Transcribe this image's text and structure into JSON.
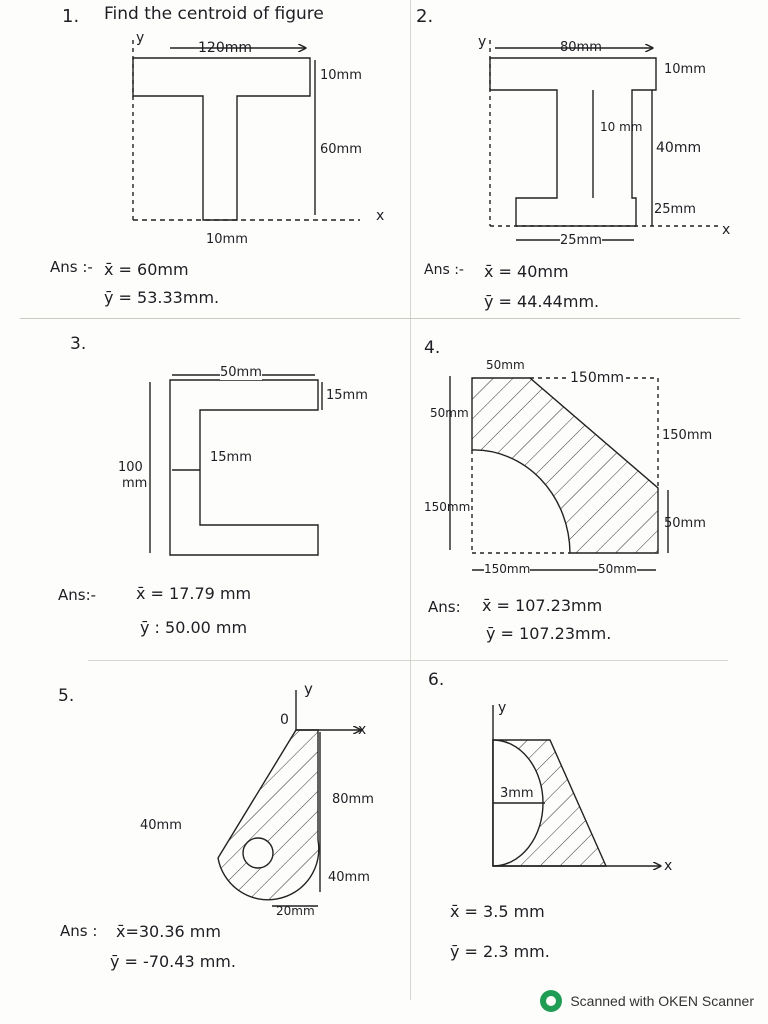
{
  "problems": [
    {
      "num": "1.",
      "title": "Find the centroid of figure",
      "dims": {
        "top": "120mm",
        "flange": "10mm",
        "web": "60mm",
        "base": "10mm",
        "x_axis": "x",
        "y_axis": "y"
      },
      "answer": {
        "label": "Ans :-",
        "x": "x̄ = 60mm",
        "y": "ȳ = 53.33mm."
      }
    },
    {
      "num": "2.",
      "dims": {
        "top": "80mm",
        "flange": "10mm",
        "web_gap": "10 mm",
        "web": "40mm",
        "bottom_flange": "25mm",
        "bottom": "25mm",
        "x_axis": "x",
        "y_axis": "y"
      },
      "answer": {
        "label": "Ans :-",
        "x": "x̄ = 40mm",
        "y": "ȳ = 44.44mm."
      }
    },
    {
      "num": "3.",
      "dims": {
        "top": "50mm",
        "top_thk": "15mm",
        "web_thk": "15mm",
        "height_a": "100",
        "height_b": "mm"
      },
      "answer": {
        "label": "Ans:-",
        "x": "x̄ = 17.79 mm",
        "y": "ȳ : 50.00 mm"
      }
    },
    {
      "num": "4.",
      "dims": {
        "top_left": "50mm",
        "top_right": "150mm",
        "left_upper": "50mm",
        "left_lower": "150mm",
        "right_upper": "150mm",
        "right_lower": "50mm",
        "bottom_left": "150mm",
        "bottom_right": "50mm"
      },
      "answer": {
        "label": "Ans:",
        "x": "x̄ = 107.23mm",
        "y": "ȳ = 107.23mm."
      }
    },
    {
      "num": "5.",
      "dims": {
        "origin": "0",
        "x_axis": "x",
        "y_axis": "y",
        "height": "80mm",
        "radius": "40mm",
        "lower": "40mm",
        "width": "20mm"
      },
      "answer": {
        "label": "Ans :",
        "x": "x̄=30.36 mm",
        "y": "ȳ = -70.43 mm."
      }
    },
    {
      "num": "6.",
      "dims": {
        "radius": "3mm",
        "x_axis": "x",
        "y_axis": "y"
      },
      "answer": {
        "x": "x̄ = 3.5 mm",
        "y": "ȳ = 2.3 mm."
      }
    }
  ],
  "footer": {
    "text": "Scanned with OKEN Scanner"
  }
}
